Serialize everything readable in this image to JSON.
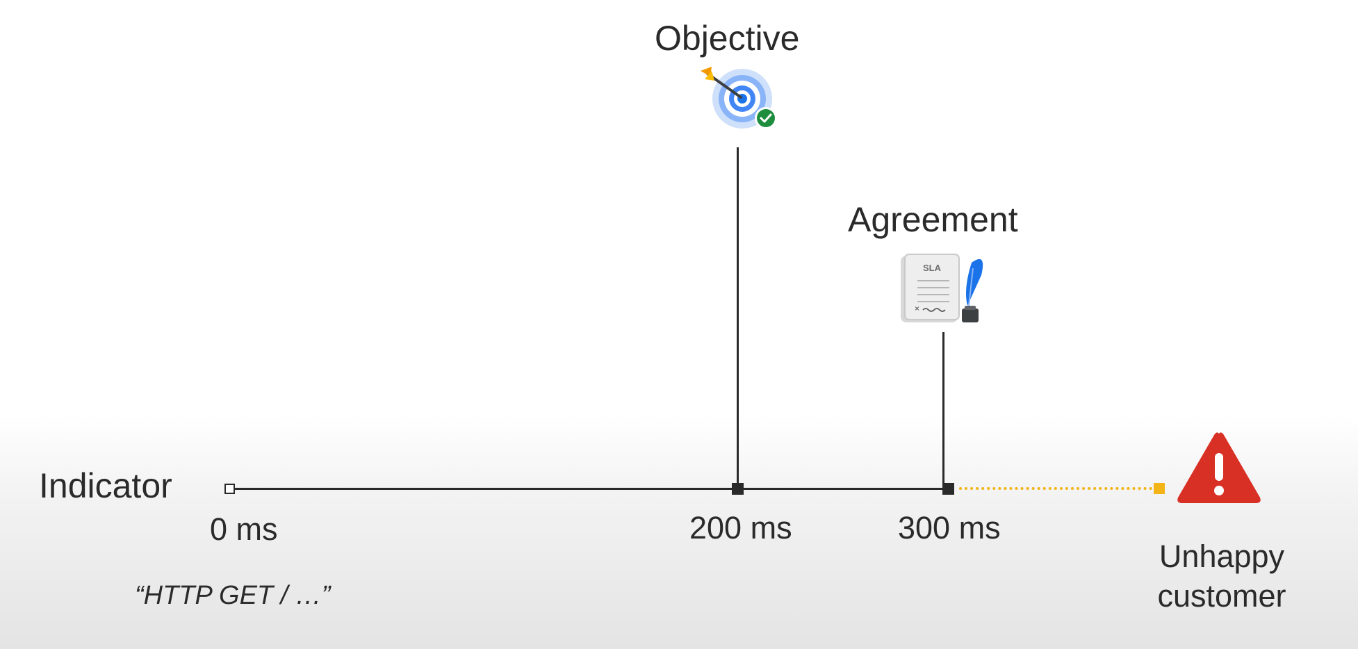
{
  "diagram": {
    "indicator": {
      "label": "Indicator",
      "example": "“HTTP GET / …”"
    },
    "objective": {
      "label": "Objective",
      "icon": "target-icon"
    },
    "agreement": {
      "label": "Agreement",
      "icon": "sla-document-icon",
      "document_text": "SLA"
    },
    "ticks": [
      {
        "label": "0 ms"
      },
      {
        "label": "200 ms"
      },
      {
        "label": "300 ms"
      }
    ],
    "outcome": {
      "label_line1": "Unhappy",
      "label_line2": "customer",
      "icon": "warning-icon"
    },
    "colors": {
      "line": "#2a2a2a",
      "dotted": "#f2b417",
      "warning": "#d93025",
      "target": "#1a73e8",
      "check": "#1e8e3e"
    }
  }
}
